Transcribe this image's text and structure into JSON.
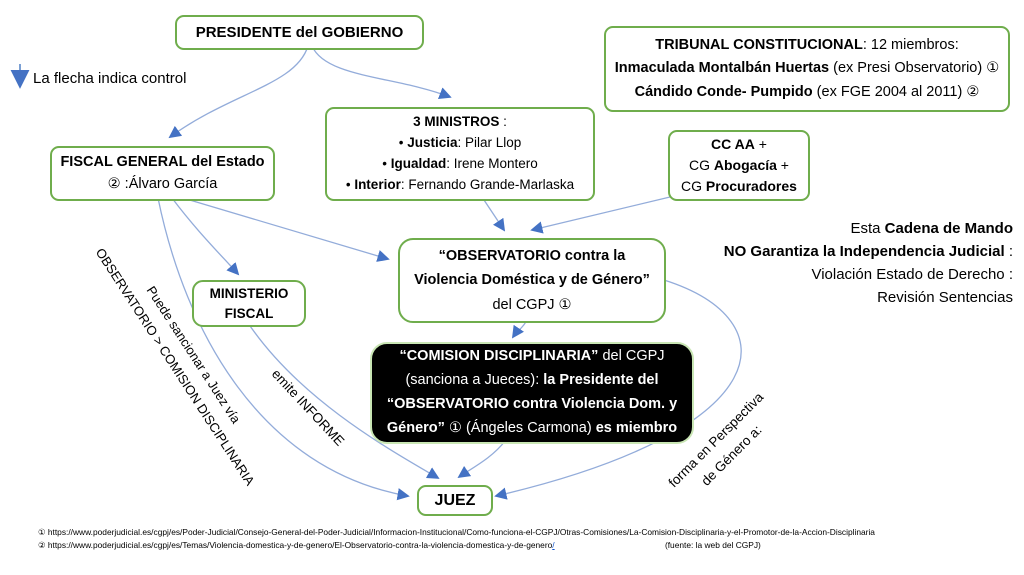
{
  "legend": {
    "text": "La flecha indica control"
  },
  "nodes": {
    "presidente": {
      "lines": [
        [
          {
            "t": "PRESIDENTE del GOBIERNO",
            "b": true
          }
        ]
      ]
    },
    "tribunal": {
      "lines": [
        [
          {
            "t": "TRIBUNAL CONSTITUCIONAL",
            "b": true
          },
          {
            "t": ":  12 miembros:",
            "b": false
          }
        ],
        [
          {
            "t": "Inmaculada Montalbán  Huertas",
            "b": true
          },
          {
            "t": " (ex Presi Observatorio) ①",
            "b": false
          }
        ],
        [
          {
            "t": "Cándido Conde- Pumpido",
            "b": true
          },
          {
            "t": " (ex FGE 2004 al 2011) ②",
            "b": false
          }
        ]
      ]
    },
    "fiscal": {
      "lines": [
        [
          {
            "t": "FISCAL GENERAL del Estado",
            "b": true
          }
        ],
        [
          {
            "t": "② :Álvaro García",
            "b": false
          }
        ]
      ]
    },
    "ministros": {
      "lines": [
        [
          {
            "t": "3 MINISTROS",
            "b": true
          },
          {
            "t": " :",
            "b": false
          }
        ],
        [
          {
            "t": "• ",
            "b": false
          },
          {
            "t": "Justicia",
            "b": true
          },
          {
            "t": ": Pilar Llop",
            "b": false
          }
        ],
        [
          {
            "t": "• ",
            "b": false
          },
          {
            "t": "Igualdad",
            "b": true
          },
          {
            "t": ": Irene Montero",
            "b": false
          }
        ],
        [
          {
            "t": "• ",
            "b": false
          },
          {
            "t": "Interior",
            "b": true
          },
          {
            "t": ": Fernando Grande-Marlaska",
            "b": false
          }
        ]
      ]
    },
    "ccaa": {
      "lines": [
        [
          {
            "t": "CC AA",
            "b": true
          },
          {
            "t": " +",
            "b": false
          }
        ],
        [
          {
            "t": "CG ",
            "b": false
          },
          {
            "t": "Abogacía",
            "b": true
          },
          {
            "t": "  +",
            "b": false
          }
        ],
        [
          {
            "t": "CG ",
            "b": false
          },
          {
            "t": "Procuradores",
            "b": true
          }
        ]
      ]
    },
    "ministerio": {
      "lines": [
        [
          {
            "t": "MINISTERIO",
            "b": true
          }
        ],
        [
          {
            "t": "FISCAL",
            "b": true
          }
        ]
      ]
    },
    "observatorio": {
      "lines": [
        [
          {
            "t": "“OBSERVATORIO contra la",
            "b": true
          }
        ],
        [
          {
            "t": "Violencia  Doméstica y de Género”",
            "b": true
          }
        ],
        [
          {
            "t": "del CGPJ  ①",
            "b": false
          }
        ]
      ]
    },
    "comision": {
      "lines": [
        [
          {
            "t": "“COMISION DISCIPLINARIA”",
            "b": true
          },
          {
            "t": " del CGPJ",
            "b": false
          }
        ],
        [
          {
            "t": "(sanciona  a Jueces): ",
            "b": false
          },
          {
            "t": "la Presidente del",
            "b": true
          }
        ],
        [
          {
            "t": "“OBSERVATORIO contra Violencia Dom. y",
            "b": true
          }
        ],
        [
          {
            "t": "Género”",
            "b": true
          },
          {
            "t": " ① (Ángeles Carmona)  ",
            "b": false
          },
          {
            "t": "es miembro",
            "b": true
          }
        ]
      ]
    },
    "juez": {
      "lines": [
        [
          {
            "t": "JUEZ",
            "b": true
          }
        ]
      ]
    }
  },
  "sidenote": {
    "lines": [
      [
        {
          "t": "Esta ",
          "b": false
        },
        {
          "t": "Cadena de Mando",
          "b": true
        }
      ],
      [
        {
          "t": "NO Garantiza la Independencia Judicial",
          "b": true
        },
        {
          "t": " :",
          "b": false
        }
      ],
      [
        {
          "t": "Violación Estado de Derecho :",
          "b": false
        }
      ],
      [
        {
          "t": "Revisión Sentencias",
          "b": false
        }
      ]
    ]
  },
  "edge_labels": {
    "puede": "Puede sancionar a Juez vía",
    "obs_comision": "OBSERVATORIO > COMISION DISCIPLINARIA",
    "emite": "emite INFORME",
    "perspectiva_1": "forma en Perspectiva",
    "perspectiva_2": "de Género a:"
  },
  "footnotes": [
    {
      "marker": "①",
      "url": "https://www.poderjudicial.es/cgpj/es/Poder-Judicial/Consejo-General-del-Poder-Judicial/Informacion-Institucional/Como-funciona-el-CGPJ/Otras-Comisiones/La-Comision-Disciplinaria-y-el-Promotor-de-la-Accion-Disciplinaria"
    },
    {
      "marker": "②",
      "url": "https://www.poderjudicial.es/cgpj/es/Temas/Violencia-domestica-y-de-genero/El-Observatorio-contra-la-violencia-domestica-y-de-genero",
      "link_char": "/",
      "source": "(fuente:  la web del CGPJ)"
    }
  ],
  "colors": {
    "box_border": "#6fad4c",
    "arrow_line": "#93acda",
    "arrowhead": "#4472c4",
    "comision_bg": "#000000",
    "comision_text": "#ffffff",
    "link": "#1155cc"
  }
}
